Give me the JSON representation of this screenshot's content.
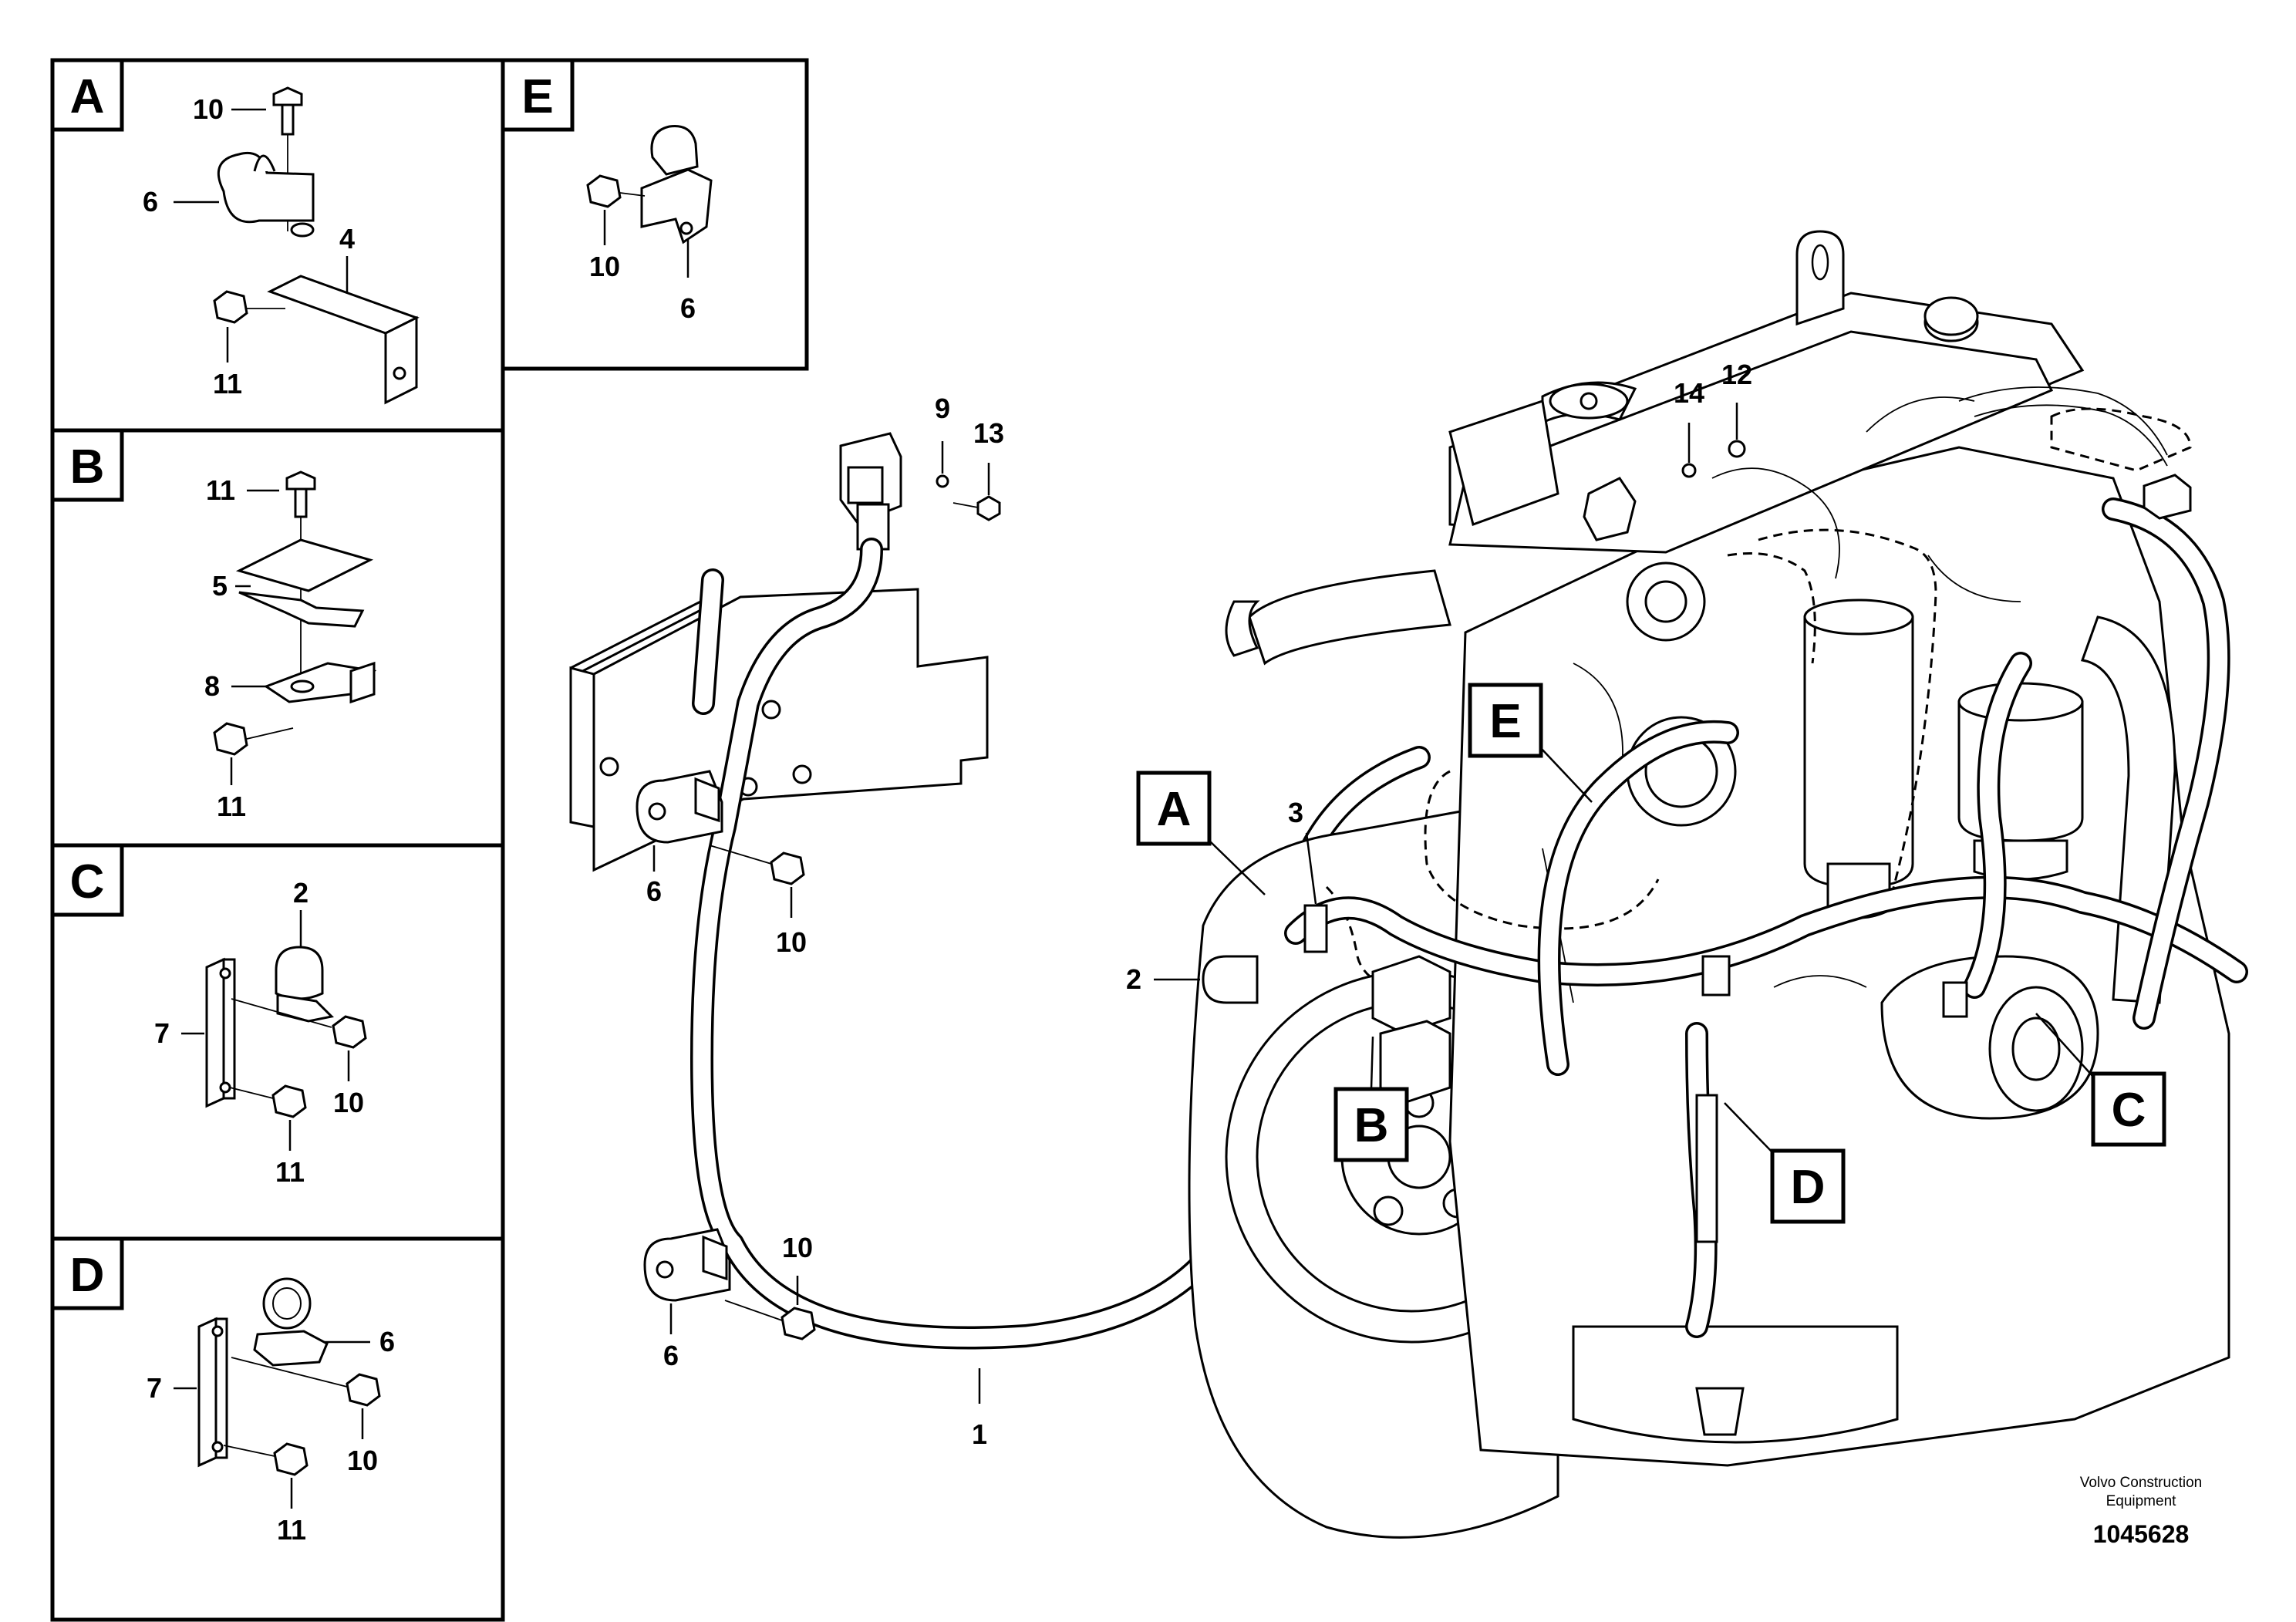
{
  "detail_panels": [
    {
      "letter": "A",
      "callouts": [
        "10",
        "6",
        "4",
        "11"
      ]
    },
    {
      "letter": "B",
      "callouts": [
        "11",
        "5",
        "8",
        "11"
      ]
    },
    {
      "letter": "C",
      "callouts": [
        "2",
        "7",
        "10",
        "11"
      ]
    },
    {
      "letter": "D",
      "callouts": [
        "6",
        "7",
        "10",
        "11"
      ]
    },
    {
      "letter": "E",
      "callouts": [
        "10",
        "6"
      ]
    }
  ],
  "main_callouts": {
    "c9": "9",
    "c13": "13",
    "c14": "14",
    "c12": "12",
    "c3": "3",
    "c2": "2",
    "c6a": "6",
    "c10a": "10",
    "c10b": "10",
    "c6b": "6",
    "c1": "1"
  },
  "main_letter_tags": {
    "A": "A",
    "B": "B",
    "C": "C",
    "D": "D",
    "E": "E"
  },
  "footer": {
    "brand_line1": "Volvo Construction",
    "brand_line2": "Equipment",
    "doc_id": "1045628"
  },
  "colors": {
    "ink": "#000000",
    "paper": "#ffffff"
  }
}
